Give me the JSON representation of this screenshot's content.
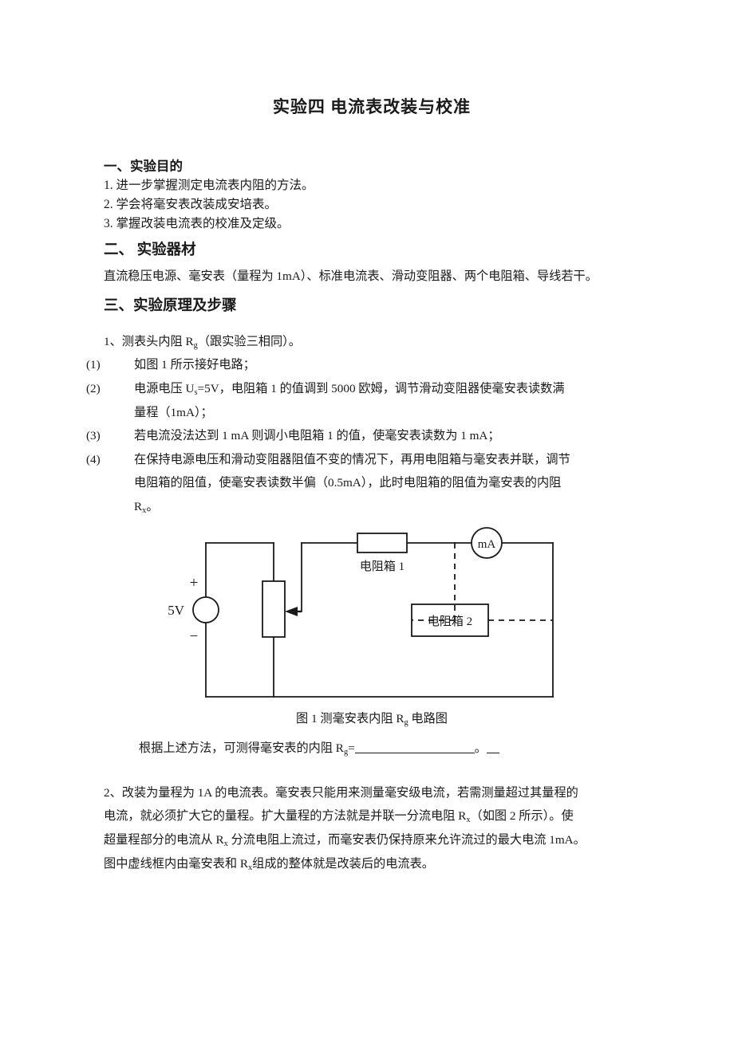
{
  "document": {
    "title": "实验四  电流表改装与校准"
  },
  "section1": {
    "heading": "一、实验目的",
    "items": [
      "1.  进一步掌握测定电流表内阻的方法。",
      "2.  学会将毫安表改装成安培表。",
      "3.  掌握改装电流表的校准及定级。"
    ]
  },
  "section2": {
    "heading": "二、 实验器材",
    "text": "直流稳压电源、毫安表（量程为 1mA）、标准电流表、滑动变阻器、两个电阻箱、导线若干。"
  },
  "section3": {
    "heading": "三、实验原理及步骤",
    "step1": {
      "label": "1、",
      "text_before": "测表头内阻 R",
      "sub": "g",
      "text_after": "（跟实验三相同）。",
      "subitems": [
        {
          "label": "(1)",
          "lines": [
            "如图 1 所示接好电路；"
          ]
        },
        {
          "label": "(2)",
          "lines": [
            "电源电压 U⁠s=5V，电阻箱 1 的值调到 5000 欧姆，调节滑动变阻器使毫安表读数满",
            "量程（1mA）；"
          ]
        },
        {
          "label": "(3)",
          "lines": [
            "若电流没法达到 1 mA 则调小电阻箱 1 的值，使毫安表读数为 1 mA；"
          ]
        },
        {
          "label": "(4)",
          "lines": [
            "在保持电源电压和滑动变阻器阻值不变的情况下，再用电阻箱与毫安表并联，调节",
            "电阻箱的阻值，使毫安表读数半偏（0.5mA），此时电阻箱的阻值为毫安表的内阻",
            "Rx。"
          ]
        }
      ]
    },
    "step2": {
      "lines": [
        "2、改装为量程为 1A 的电流表。毫安表只能用来测量毫安级电流，若需测量超过其量程的",
        "电流，就必须扩大它的量程。扩大量程的方法就是并联一分流电阻 Rx（如图 2 所示）。使",
        "超量程部分的电流从 Rx 分流电阻上流过，而毫安表仍保持原来允许流过的最大电流 1mA。",
        "图中虚线框内由毫安表和 Rx 组成的整体就是改装后的电流表。"
      ]
    }
  },
  "figure1": {
    "caption_before": "图 1 测毫安表内阻 R",
    "caption_sub": "g",
    "caption_after": " 电路图",
    "labels": {
      "source_voltage": "5V",
      "plus": "+",
      "minus": "−",
      "resistor_box_1": "电阻箱 1",
      "resistor_box_2": "电阻箱 2",
      "meter": "mA"
    }
  },
  "blank_statement": {
    "text_before": "根据上述方法，可测得毫安表的内阻 R",
    "sub": "g",
    "equals": "=",
    "period": "。"
  },
  "colors": {
    "ink": "#1a1a1a",
    "paper": "#ffffff"
  }
}
